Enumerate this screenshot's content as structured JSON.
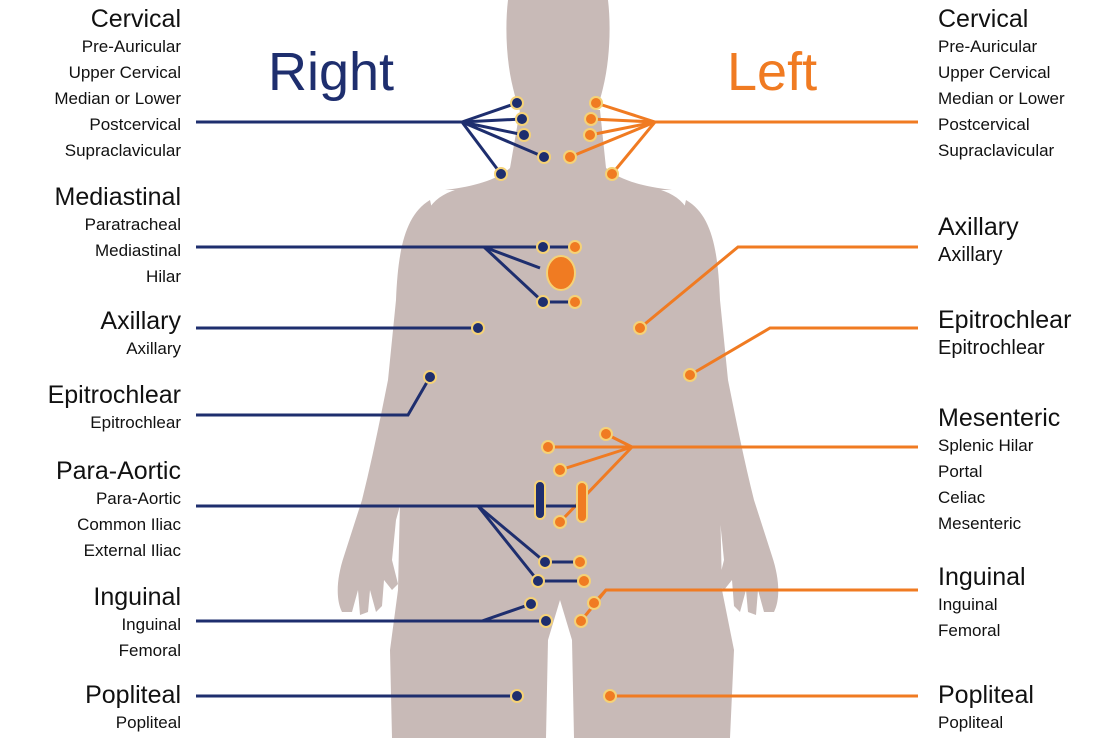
{
  "side_labels": {
    "right": "Right",
    "left": "Left"
  },
  "colors": {
    "right": "#1e2e6e",
    "left": "#f07b22",
    "body": "#c8bab7",
    "node_outline": "#f5d277"
  },
  "right": {
    "cervical": {
      "title": "Cervical",
      "items": [
        "Pre-Auricular",
        "Upper Cervical",
        "Median or Lower",
        "Postcervical",
        "Supraclavicular"
      ]
    },
    "mediastinal": {
      "title": "Mediastinal",
      "items": [
        "Paratracheal",
        "Mediastinal",
        "Hilar"
      ]
    },
    "axillary": {
      "title": "Axillary",
      "items": [
        "Axillary"
      ]
    },
    "epitrochlear": {
      "title": "Epitrochlear",
      "items": [
        "Epitrochlear"
      ]
    },
    "para_aortic": {
      "title": "Para-Aortic",
      "items": [
        "Para-Aortic",
        "Common Iliac",
        "External Iliac"
      ]
    },
    "inguinal": {
      "title": "Inguinal",
      "items": [
        "Inguinal",
        "Femoral"
      ]
    },
    "popliteal": {
      "title": "Popliteal",
      "items": [
        "Popliteal"
      ]
    }
  },
  "left": {
    "cervical": {
      "title": "Cervical",
      "items": [
        "Pre-Auricular",
        "Upper Cervical",
        "Median or Lower",
        "Postcervical",
        "Supraclavicular"
      ]
    },
    "axillary": {
      "title": "Axillary",
      "items": [
        "Axillary"
      ]
    },
    "epitrochlear": {
      "title": "Epitrochlear",
      "items": [
        "Epitrochlear"
      ]
    },
    "mesenteric": {
      "title": "Mesenteric",
      "items": [
        "Splenic Hilar",
        "Portal",
        "Celiac",
        "Mesenteric"
      ]
    },
    "inguinal": {
      "title": "Inguinal",
      "items": [
        "Inguinal",
        "Femoral"
      ]
    },
    "popliteal": {
      "title": "Popliteal",
      "items": [
        "Popliteal"
      ]
    }
  }
}
